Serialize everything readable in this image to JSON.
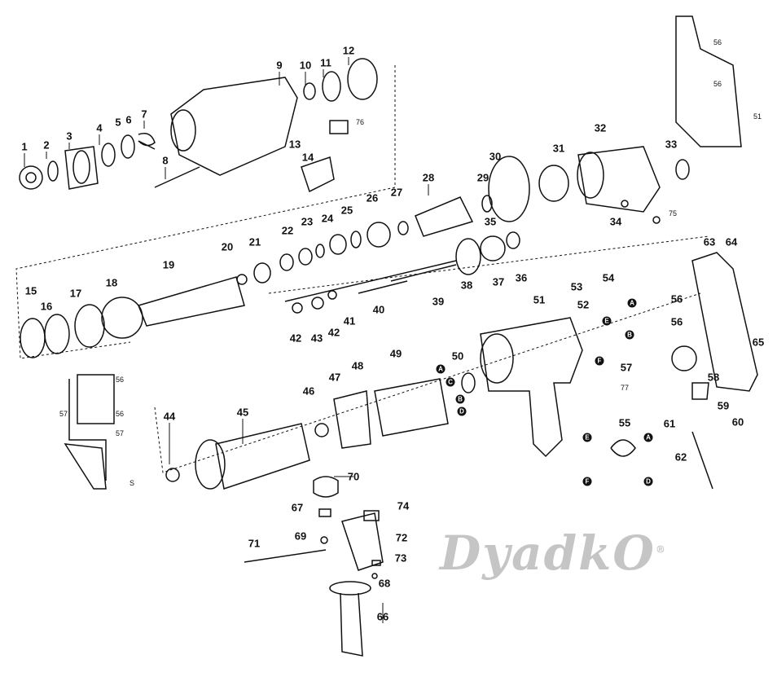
{
  "watermark": "DyadkO",
  "watermark_mark": "®",
  "labels": [
    "1",
    "2",
    "3",
    "4",
    "5",
    "6",
    "7",
    "8",
    "9",
    "10",
    "11",
    "12",
    "13",
    "14",
    "76",
    "32",
    "31",
    "30",
    "29",
    "28",
    "27",
    "26",
    "25",
    "24",
    "23",
    "22",
    "21",
    "20",
    "19",
    "18",
    "17",
    "16",
    "15",
    "33",
    "34",
    "75",
    "35",
    "36",
    "37",
    "38",
    "39",
    "40",
    "41",
    "42",
    "42",
    "43",
    "63",
    "64",
    "65",
    "53",
    "54",
    "52",
    "51",
    "56",
    "56",
    "57",
    "58",
    "59",
    "60",
    "61",
    "62",
    "55",
    "77",
    "50",
    "49",
    "48",
    "47",
    "46",
    "45",
    "44",
    "70",
    "67",
    "74",
    "69",
    "72",
    "71",
    "73",
    "68",
    "66"
  ],
  "small_labels": [
    "56",
    "56",
    "51",
    "56",
    "57",
    "56",
    "57",
    "S"
  ],
  "connectors": [
    "A",
    "C",
    "B",
    "D",
    "A",
    "B",
    "E",
    "F",
    "E",
    "A",
    "F",
    "D"
  ]
}
